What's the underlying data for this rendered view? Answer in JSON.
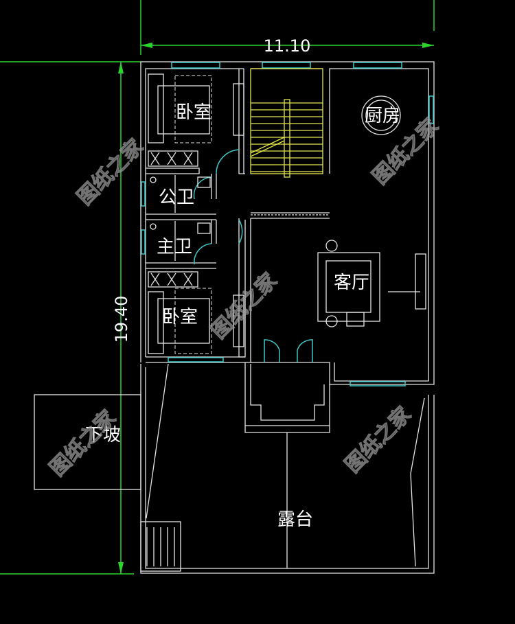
{
  "dimensions": {
    "width": "11.10",
    "height": "19.40"
  },
  "rooms": {
    "bedroom_top": "卧室",
    "public_bath": "公卫",
    "master_bath": "主卫",
    "bedroom_bottom": "卧室",
    "kitchen": "厨房",
    "living_room": "客厅",
    "ramp": "下坡",
    "terrace": "露台"
  },
  "watermark": "图纸之家",
  "colors": {
    "background": "#000000",
    "walls": "#e6e6e6",
    "dimension": "#2bd52b",
    "windows": "#3fc9c9",
    "stairs": "#e6e64a"
  }
}
